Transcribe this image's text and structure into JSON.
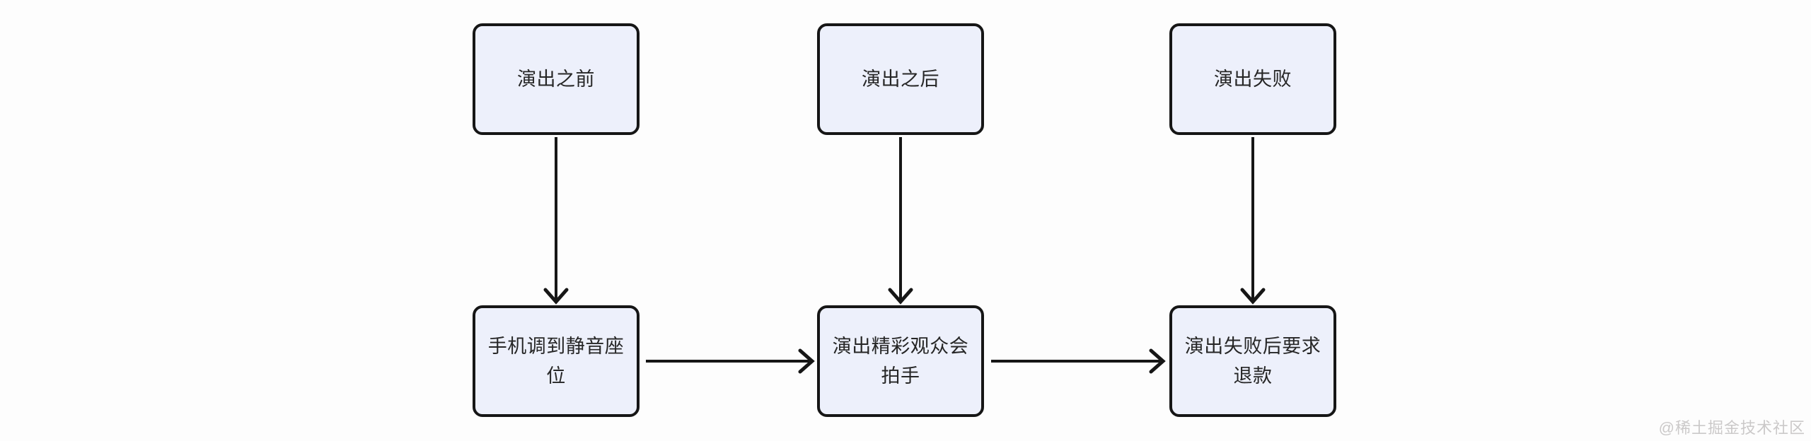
{
  "diagram": {
    "type": "flowchart",
    "nodes": [
      {
        "id": "before-show",
        "label": "演出之前",
        "lines": [
          "演出之前"
        ]
      },
      {
        "id": "after-show",
        "label": "演出之后",
        "lines": [
          "演出之后"
        ]
      },
      {
        "id": "show-failed",
        "label": "演出失败",
        "lines": [
          "演出失败"
        ]
      },
      {
        "id": "phone-silent-seat",
        "label": "手机调到静音座位",
        "lines": [
          "手机调到静音座",
          "位"
        ]
      },
      {
        "id": "audience-applause",
        "label": "演出精彩观众会拍手",
        "lines": [
          "演出精彩观众会",
          "拍手"
        ]
      },
      {
        "id": "refund-request",
        "label": "演出失败后要求退款",
        "lines": [
          "演出失败后要求",
          "退款"
        ]
      }
    ],
    "edges": [
      {
        "from": "演出之前",
        "to": "手机调到静音座位",
        "direction": "down"
      },
      {
        "from": "演出之后",
        "to": "演出精彩观众会拍手",
        "direction": "down"
      },
      {
        "from": "演出失败",
        "to": "演出失败后要求退款",
        "direction": "down"
      },
      {
        "from": "手机调到静音座位",
        "to": "演出精彩观众会拍手",
        "direction": "right"
      },
      {
        "from": "演出精彩观众会拍手",
        "to": "演出失败后要求退款",
        "direction": "right"
      }
    ],
    "colors": {
      "node_fill": "#edf0fb",
      "node_border": "#161616",
      "arrow": "#161616",
      "node_text": "#262626",
      "background": "#fdfdfd",
      "watermark_text": "#cbc9c9"
    }
  },
  "watermark": {
    "text": "@稀土掘金技术社区"
  }
}
